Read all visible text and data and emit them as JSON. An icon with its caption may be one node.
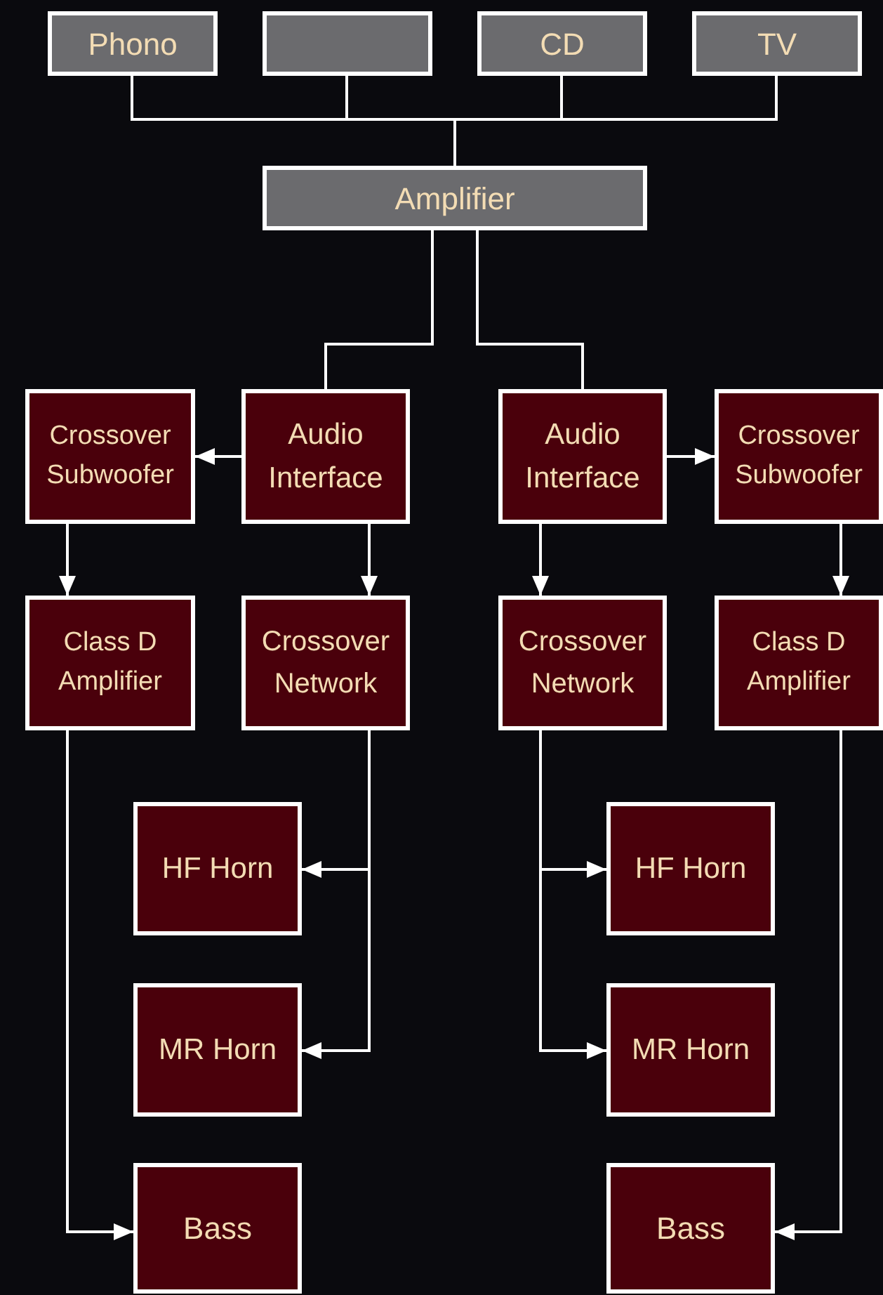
{
  "diagram": {
    "nodes": [
      {
        "text": [
          "Phono"
        ]
      },
      {
        "text": [],
        "shape": "box"
      },
      {
        "text": [
          "CD"
        ]
      },
      {
        "text": [
          "TV"
        ]
      },
      {
        "text": [
          "Amplifier"
        ]
      },
      {
        "text": [
          "Crossover Subwoofer"
        ]
      },
      {
        "text": [
          "Audio Interface"
        ]
      },
      {
        "text": [
          "Audio Interface"
        ]
      },
      {
        "text": [
          "Crossover Subwoofer"
        ]
      },
      {
        "text": [
          "Class D Amplifier"
        ]
      },
      {
        "text": [
          "Crossover Network"
        ]
      },
      {
        "text": [
          "Crossover Network"
        ]
      },
      {
        "text": [
          "Class D Amplifier"
        ]
      },
      {
        "text": [
          "HF Horn"
        ]
      },
      {
        "text": [
          "HF Horn"
        ]
      },
      {
        "text": [
          "MR Horn"
        ]
      },
      {
        "text": [
          "MR Horn"
        ]
      },
      {
        "text": [
          "Bass"
        ]
      },
      {
        "text": [
          "Bass"
        ]
      }
    ],
    "edges": [
      {
        "from": 0,
        "to": 4,
        "arrow": "none"
      },
      {
        "from": 1,
        "to": 4,
        "arrow": "none"
      },
      {
        "from": 2,
        "to": 4,
        "arrow": "none"
      },
      {
        "from": 3,
        "to": 4,
        "arrow": "none"
      },
      {
        "from": 4,
        "to": 6,
        "arrow": "none"
      },
      {
        "from": 4,
        "to": 7,
        "arrow": "none"
      },
      {
        "from": 6,
        "to": 5,
        "arrow": "to"
      },
      {
        "from": 7,
        "to": 8,
        "arrow": "to"
      },
      {
        "from": 5,
        "to": 9,
        "arrow": "to"
      },
      {
        "from": 6,
        "to": 10,
        "arrow": "to"
      },
      {
        "from": 7,
        "to": 11,
        "arrow": "to"
      },
      {
        "from": 8,
        "to": 12,
        "arrow": "to"
      },
      {
        "from": 10,
        "to": 13,
        "arrow": "to"
      },
      {
        "from": 10,
        "to": 15,
        "arrow": "to"
      },
      {
        "from": 11,
        "to": 14,
        "arrow": "to"
      },
      {
        "from": 11,
        "to": 16,
        "arrow": "to"
      },
      {
        "from": 9,
        "to": 17,
        "arrow": "to"
      },
      {
        "from": 12,
        "to": 18,
        "arrow": "to"
      }
    ]
  }
}
